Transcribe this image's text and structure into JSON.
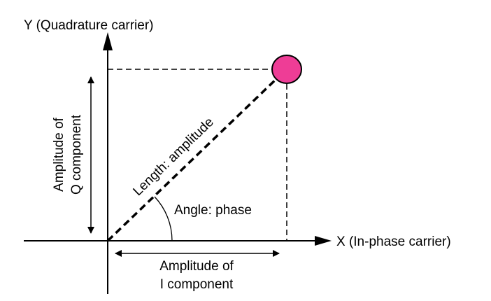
{
  "diagram": {
    "y_axis_label": "Y (Quadrature carrier)",
    "x_axis_label": "X (In-phase carrier)",
    "q_label_line1": "Amplitude of",
    "q_label_line2": "Q component",
    "i_label_line1": "Amplitude of",
    "i_label_line2": "I component",
    "length_label": "Length: amplitude",
    "angle_label": "Angle: phase"
  },
  "colors": {
    "line": "#000000",
    "point_fill": "#ee3d96"
  }
}
